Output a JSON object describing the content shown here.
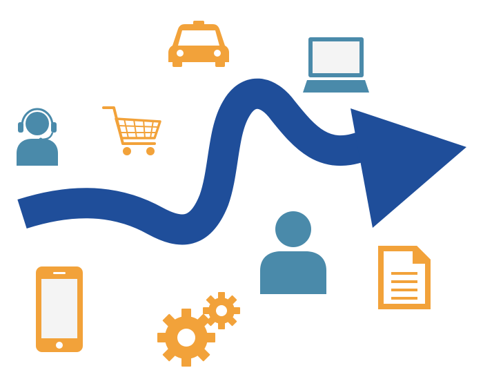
{
  "diagram": {
    "colors": {
      "arrow": "#1f4e9a",
      "teal": "#4a8aaa",
      "orange": "#f2a23a",
      "screen": "#f4f4f4",
      "background": "#ffffff"
    },
    "icons": [
      {
        "name": "customer-support-icon",
        "color": "teal"
      },
      {
        "name": "shopping-cart-icon",
        "color": "orange"
      },
      {
        "name": "taxi-icon",
        "color": "orange"
      },
      {
        "name": "laptop-icon",
        "color": "teal"
      },
      {
        "name": "user-icon",
        "color": "teal"
      },
      {
        "name": "document-icon",
        "color": "orange"
      },
      {
        "name": "smartphone-icon",
        "color": "orange"
      },
      {
        "name": "gears-icon",
        "color": "orange"
      }
    ],
    "connector": {
      "name": "journey-arrow",
      "shape": "wavy-arrow"
    }
  }
}
